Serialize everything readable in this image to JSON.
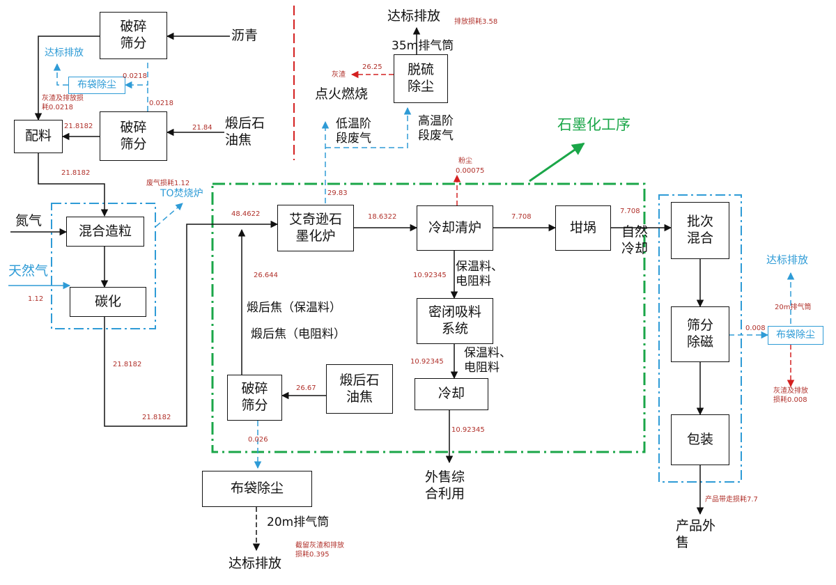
{
  "boxes": {
    "crush1": "破碎\n筛分",
    "crush2": "破碎\n筛分",
    "batching": "配料",
    "mix": "混合造粒",
    "carbon": "碳化",
    "acheson": "艾奇逊石\n墨化炉",
    "cool_clean": "冷却清炉",
    "crucible": "坩埚",
    "closed_suction": "密闭吸料\n系统",
    "cooling": "冷却",
    "crush3": "破碎\n筛分",
    "calcined_coke_box": "煅后石\n油焦",
    "baghouse_bottom": "布袋除尘",
    "desulf": "脱硫\n除尘",
    "batch_mix": "批次\n混合",
    "screen_demag": "筛分\n除磁",
    "packing": "包装",
    "bag_small_1": "布袋除尘",
    "bag_small_2": "布袋除尘"
  },
  "labels": {
    "asphalt": "沥青",
    "calcined_coke_in": "煅后石\n油焦",
    "nitrogen": "氮气",
    "natural_gas": "天然气",
    "emission_top_left": "达标排放",
    "ash_loss_left": "灰渣及排放损\n耗0.0218",
    "exhaust_loss": "废气损耗1.12",
    "to_incinerator": "TO焚烧炉",
    "emission_top": "达标排放",
    "stack_35m": "35m排气筒",
    "emission_loss_358": "排放损耗3.58",
    "ash": "灰渣",
    "ignite_burn": "点火燃烧",
    "low_temp_gas": "低温阶\n段废气",
    "high_temp_gas": "高温阶\n段废气",
    "graphitization": "石墨化工序",
    "dust": "粉尘",
    "natural_cooling": "自然\n冷却",
    "insul_res_1": "保温料、\n电阻料",
    "insul_res_2": "保温料、\n电阻料",
    "coke_insul": "煅后焦（保温料）",
    "coke_res": "煅后焦（电阻料）",
    "external_sale": "外售综\n合利用",
    "stack_20m_bottom": "20m排气筒",
    "emission_bottom": "达标排放",
    "retained_ash": "截留灰渣和排放\n损耗0.395",
    "emission_right": "达标排放",
    "stack_20m_right": "20m排气筒",
    "ash_loss_right": "灰渣及排放\n损耗0.008",
    "product_loss": "产品带走损耗7.7",
    "product_sale": "产品外\n售"
  },
  "values": {
    "v_0218_a": "0.0218",
    "v_0218_b": "0.0218",
    "v_218182_a": "21.8182",
    "v_2184": "21.84",
    "v_218182_b": "21.8182",
    "v_112": "1.12",
    "v_218182_c": "21.8182",
    "v_218182_d": "21.8182",
    "v_484622": "48.4622",
    "v_2983": "29.83",
    "v_2625": "26.25",
    "v_186322": "18.6322",
    "v_00075": "0.00075",
    "v_7708_a": "7.708",
    "v_7708_b": "7.708",
    "v_1092345_a": "10.92345",
    "v_1092345_b": "10.92345",
    "v_1092345_c": "10.92345",
    "v_26644": "26.644",
    "v_2667": "26.67",
    "v_0026": "0.026",
    "v_0008": "0.008"
  },
  "colors": {
    "flow": "#111111",
    "gas": "#2e9bd6",
    "boundary_green": "#1aa648",
    "boundary_blue": "#2e9bd6",
    "red_flow": "#d42020",
    "value_text": "#b0302a"
  }
}
